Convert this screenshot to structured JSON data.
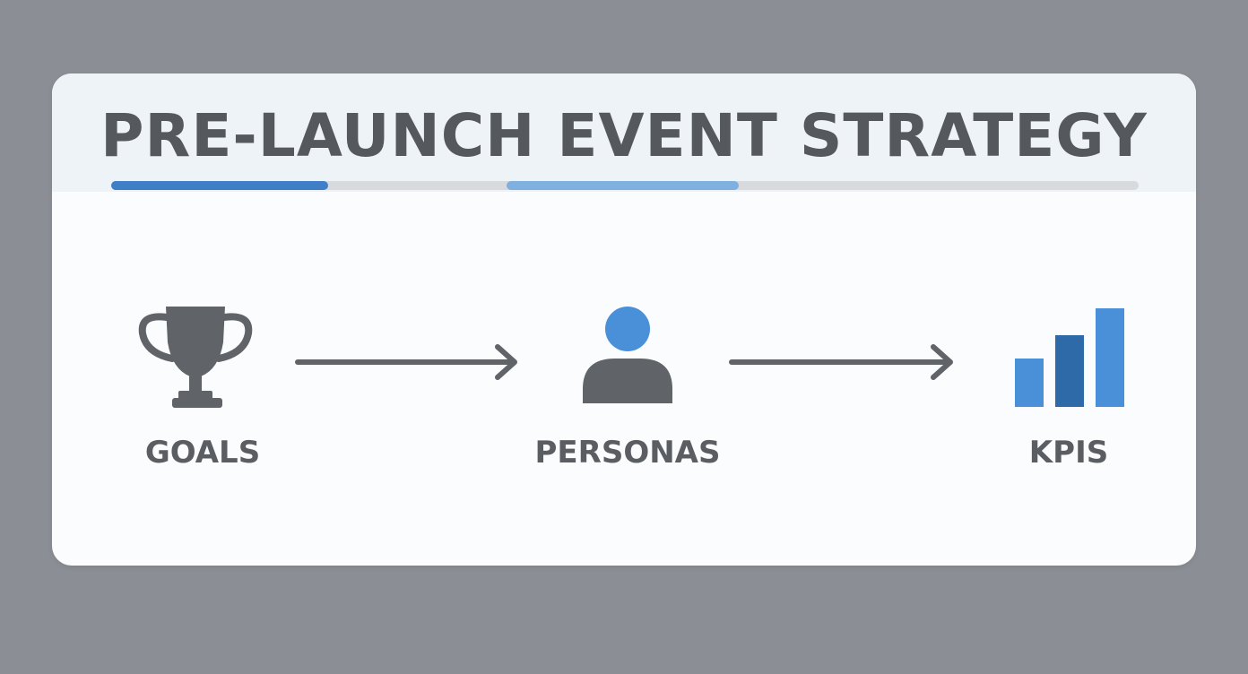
{
  "title": "PRE-LAUNCH EVENT STRATEGY",
  "colors": {
    "background": "#8b8f95",
    "card": "#fbfcfd",
    "header": "#eef3f7",
    "text": "#55585d",
    "icon_gray": "#606368",
    "accent_blue": "#4a90d9",
    "accent_dark_blue": "#2f6aa8",
    "progress_blue": "#3f7fc8",
    "progress_light_blue": "#7fb0e0"
  },
  "steps": [
    {
      "label": "GOALS",
      "icon": "trophy-icon"
    },
    {
      "label": "PERSONAS",
      "icon": "person-icon"
    },
    {
      "label": "KPIS",
      "icon": "bar-chart-icon"
    }
  ]
}
